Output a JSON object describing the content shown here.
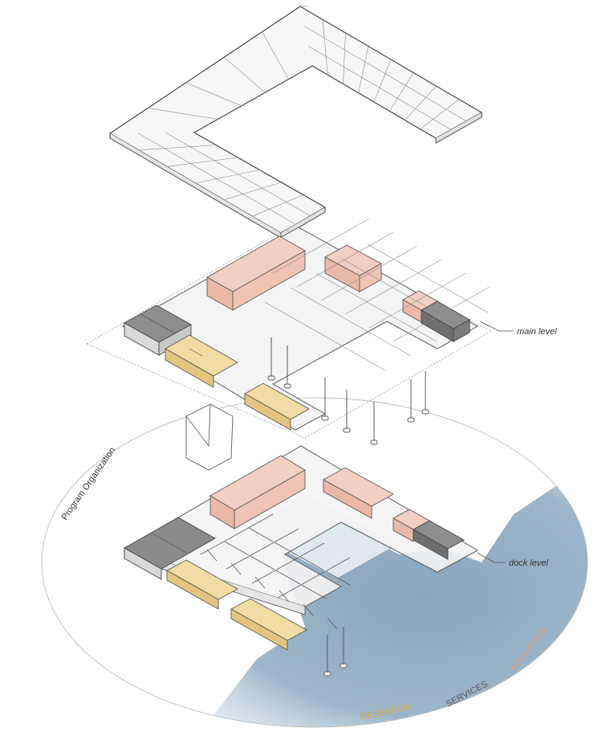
{
  "labels": {
    "main_level": "main level",
    "dock_level": "dock level",
    "program_title": "Program Organization"
  },
  "legend": {
    "research": "RESEARCH",
    "services": "SERVICES",
    "education": "EDUCATION"
  },
  "colors": {
    "research": "#e8c77a",
    "research_fill": "#f1dca3",
    "services": "#666666",
    "education": "#e9a58d",
    "education_fill": "#f2cfc3",
    "water": "#93aec4",
    "pool": "#dfe9ee",
    "line": "#5a5a5a",
    "floor": "#f4f4f4"
  }
}
